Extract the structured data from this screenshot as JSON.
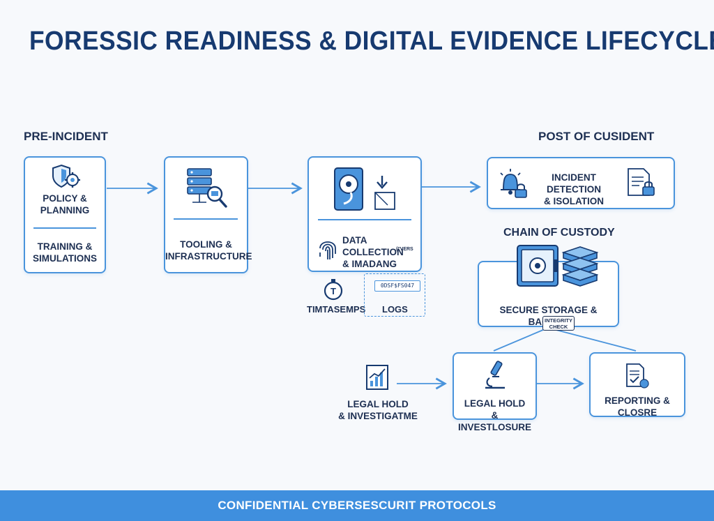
{
  "title": "FORESSIC READINESS  & DIGITAL EVIDENCE LIFECYCLE",
  "phases": {
    "pre": "PRE-INCIDENT",
    "post": "POST OF CUSIDENT"
  },
  "nodes": {
    "policy": "POLICY &\nPLANNING",
    "training": "TRAINING &\nSIMULATIONS",
    "tooling": "TOOLING &\nINFRASTRUCTURE",
    "collection": "DATA COLLECTION\n& IMADANG",
    "collection_tag": "(\"VERS",
    "timestamps": "TIMTASEMPS",
    "logs": "LOGS",
    "hash": "0DSF$FS047",
    "detection": "INCIDENT DETECTION\n& ISOLATION",
    "custody_title": "CHAIN OF CUSTODY",
    "storage": "SECURE STORAGE & BACKUP",
    "integrity": "INTEGRITY\nCHECK",
    "legal_left": "LEGAL HOLD\n& INVESTIGATME",
    "legal_center": "LEGAL HOLD\n& INVESTLOSURE",
    "reporting": "REPORTING & CLOSRE"
  },
  "footer": "CONFIDENTIAL CYBERSESCURIT PROTOCOLS",
  "colors": {
    "accent": "#4a94dc",
    "title": "#173a70",
    "text": "#1d2f52",
    "footer": "#3f8fde"
  },
  "icons": [
    "shield-gear-icon",
    "server-magnifier-icon",
    "hard-drive-icon",
    "download-icon",
    "fingerprint-icon",
    "stopwatch-icon",
    "alarm-bell-icon",
    "lock-icon",
    "document-lock-icon",
    "safe-icon",
    "server-stack-icon",
    "chart-icon",
    "microscope-icon",
    "report-check-icon"
  ]
}
